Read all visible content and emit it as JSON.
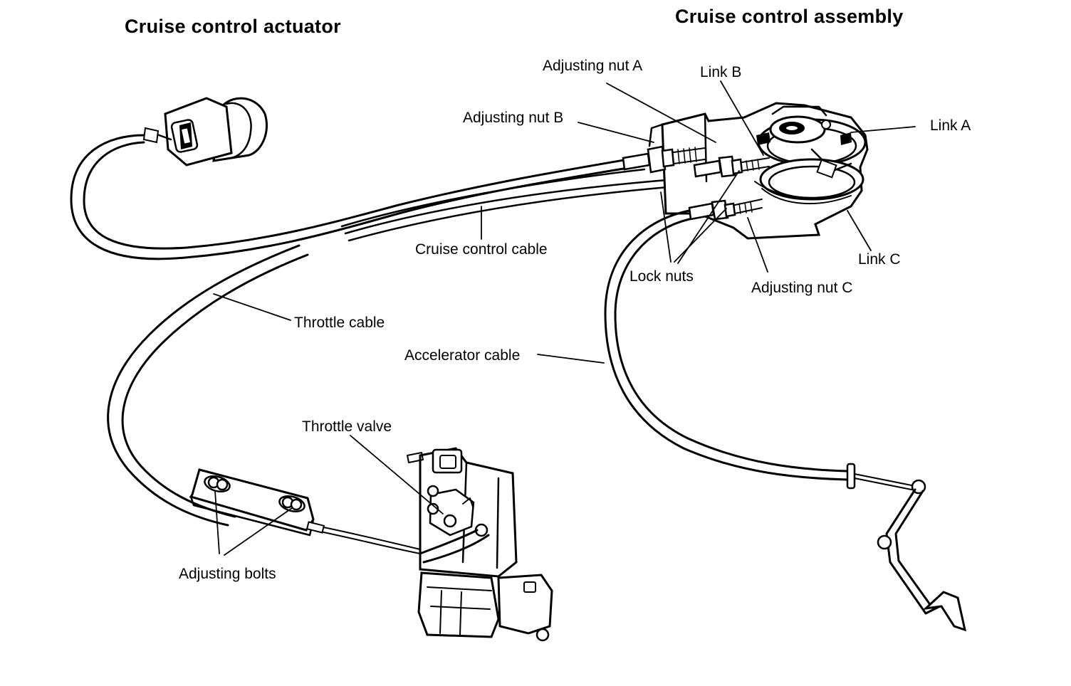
{
  "headings": {
    "actuator": "Cruise control actuator",
    "assembly": "Cruise control assembly"
  },
  "labels": {
    "adjusting_nut_a": "Adjusting nut A",
    "link_b": "Link B",
    "adjusting_nut_b": "Adjusting nut B",
    "link_a": "Link A",
    "cruise_control_cable": "Cruise control cable",
    "lock_nuts": "Lock nuts",
    "link_c": "Link C",
    "adjusting_nut_c": "Adjusting nut C",
    "throttle_cable": "Throttle cable",
    "accelerator_cable": "Accelerator cable",
    "throttle_valve": "Throttle valve",
    "adjusting_bolts": "Adjusting bolts"
  },
  "colors": {
    "ink": "#000000",
    "background": "#ffffff"
  }
}
